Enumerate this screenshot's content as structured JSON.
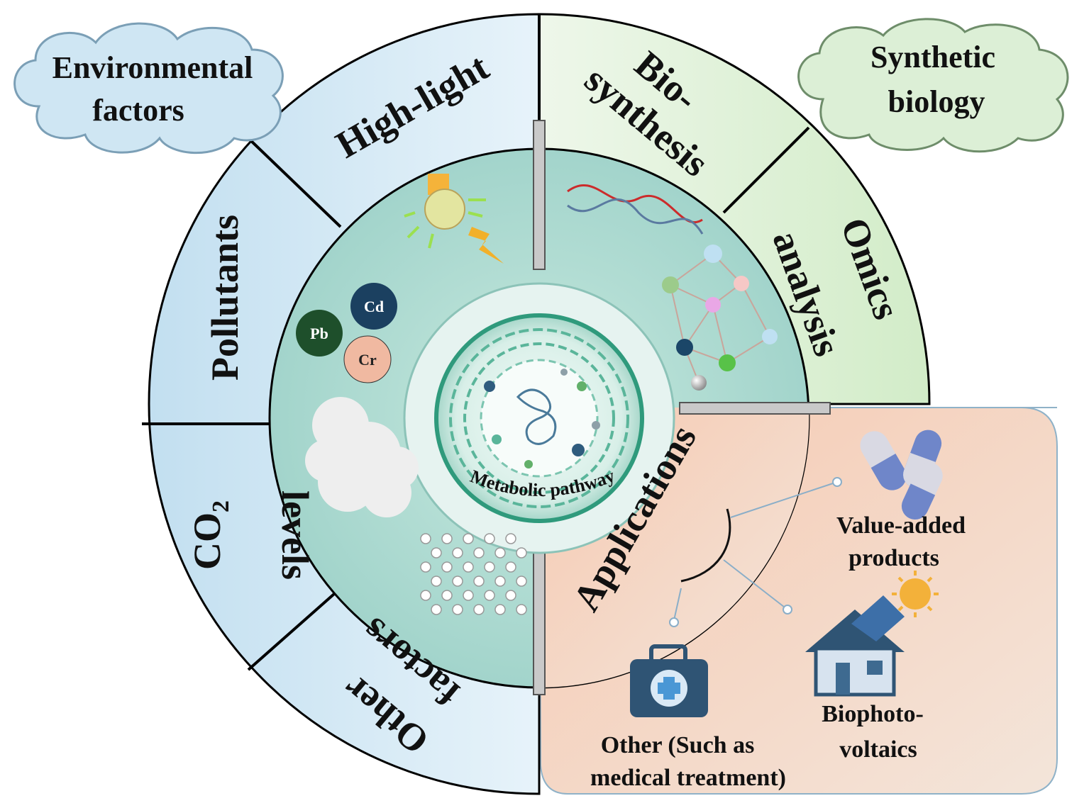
{
  "clouds": {
    "left": [
      "Environmental",
      "factors"
    ],
    "right": [
      "Synthetic",
      "biology"
    ]
  },
  "ring": {
    "high_light": "High-light",
    "pollutants": "Pollutants",
    "co2": "CO",
    "co2_sub": "2",
    "levels": "levels",
    "other_factors": [
      "Other",
      "factors"
    ],
    "biosynthesis": [
      "Bio-",
      "synthesis"
    ],
    "omics": [
      "Omics",
      "analysis"
    ],
    "applications": "Applications"
  },
  "metals": {
    "pb": "Pb",
    "cd": "Cd",
    "cr": "Cr"
  },
  "center": {
    "label": "Metabolic pathway"
  },
  "apps": {
    "value_added": [
      "Value-added",
      "products"
    ],
    "biophoto": [
      "Biophoto-",
      "voltaics"
    ],
    "other": [
      "Other (Such as",
      "medical treatment)"
    ]
  },
  "colors": {
    "left_ring": "#cfe6f3",
    "right_ring": "#dcefd6",
    "inner_disc": "#aad9cf",
    "app_panel": "#f3d4c3",
    "divider": "#000000"
  },
  "icons": [
    "bulb-icon",
    "lightning-icon",
    "smoke-cloud-icon",
    "particles-icon",
    "dna-icon",
    "network-icon",
    "capsule-icon",
    "house-solar-icon",
    "sun-icon",
    "medical-kit-icon",
    "cell-icon"
  ]
}
